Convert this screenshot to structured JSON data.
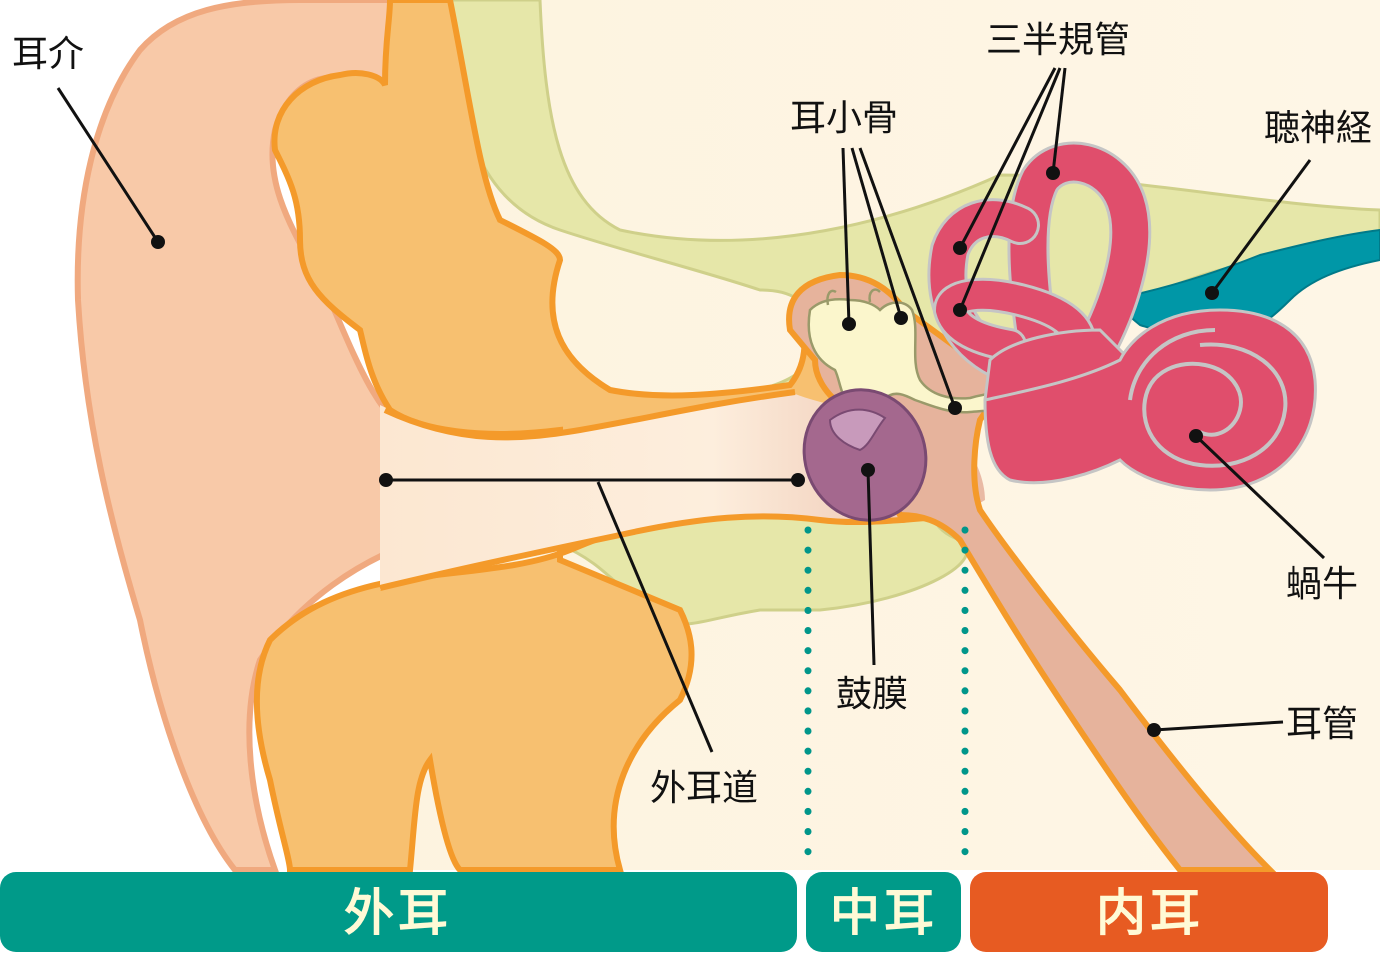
{
  "labels": {
    "pinna": "耳介",
    "ear_canal": "外耳道",
    "ossicles": "耳小骨",
    "semicircular_canals": "三半規管",
    "auditory_nerve": "聴神経",
    "cochlea": "蝸牛",
    "eardrum": "鼓膜",
    "eustachian_tube": "耳管"
  },
  "sections": {
    "outer": "外耳",
    "middle": "中耳",
    "inner": "内耳"
  },
  "colors": {
    "outer_band": "#009a89",
    "middle_band": "#009a89",
    "inner_band": "#e75b22",
    "band_text": "#fffad6",
    "cochlea": "#e04e6c",
    "nerve": "#0097a7",
    "eardrum": "#a4688e",
    "divider": "#00968a"
  }
}
